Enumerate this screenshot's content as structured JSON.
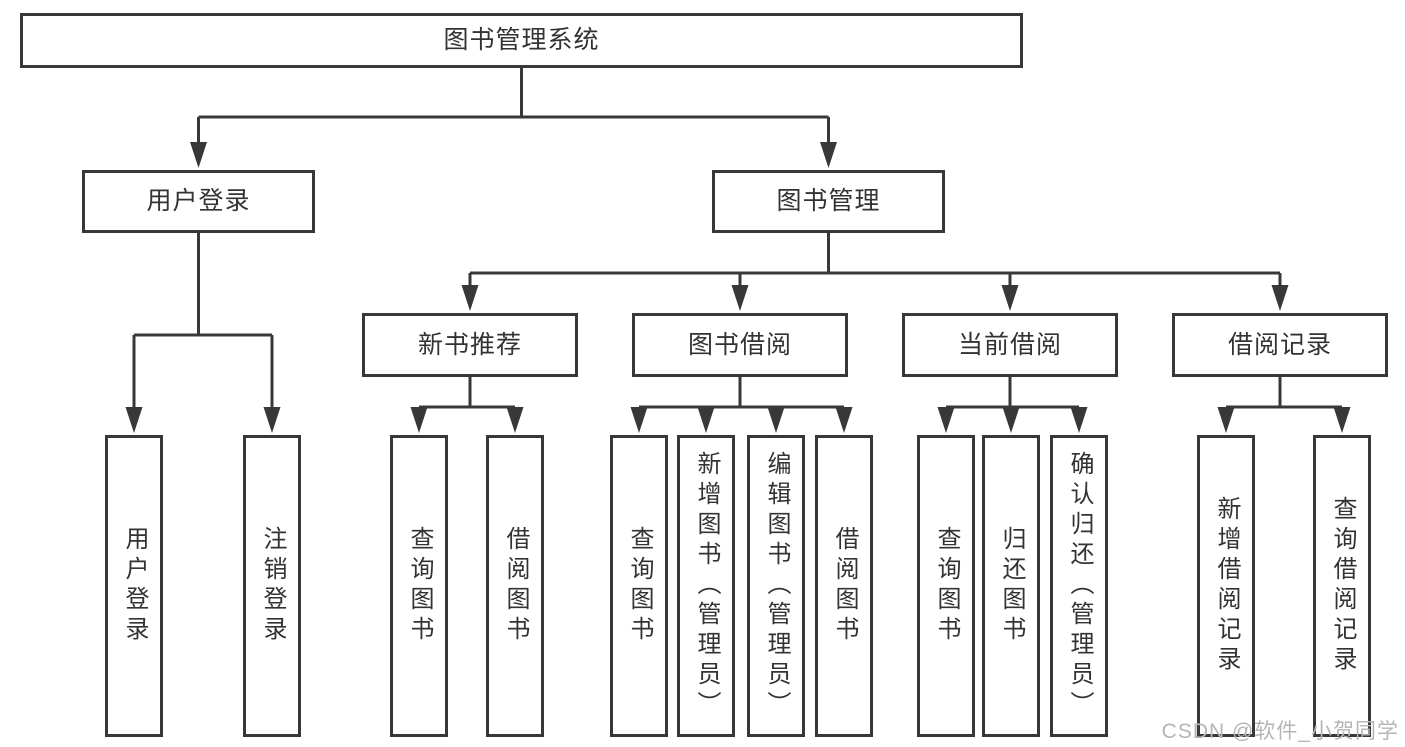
{
  "diagram_title": "图书管理系统",
  "watermark": "CSDN @软件_小贺同学",
  "colors": {
    "line": "#383838",
    "box_border": "#383838",
    "text": "#333333",
    "background": "#ffffff",
    "watermark_text": "#b5b5b5"
  },
  "root": {
    "label": "图书管理系统"
  },
  "level2": [
    {
      "label": "用户登录"
    },
    {
      "label": "图书管理"
    }
  ],
  "level3": [
    {
      "label": "新书推荐",
      "parent": "图书管理"
    },
    {
      "label": "图书借阅",
      "parent": "图书管理"
    },
    {
      "label": "当前借阅",
      "parent": "图书管理"
    },
    {
      "label": "借阅记录",
      "parent": "图书管理"
    }
  ],
  "leaves": [
    {
      "label": "用户登录",
      "parent": "用户登录"
    },
    {
      "label": "注销登录",
      "parent": "用户登录"
    },
    {
      "label": "查询图书",
      "parent": "新书推荐"
    },
    {
      "label": "借阅图书",
      "parent": "新书推荐"
    },
    {
      "label": "查询图书",
      "parent": "图书借阅"
    },
    {
      "label": "新增图书（管理员）",
      "parent": "图书借阅"
    },
    {
      "label": "编辑图书（管理员）",
      "parent": "图书借阅"
    },
    {
      "label": "借阅图书",
      "parent": "图书借阅"
    },
    {
      "label": "查询图书",
      "parent": "当前借阅"
    },
    {
      "label": "归还图书",
      "parent": "当前借阅"
    },
    {
      "label": "确认归还（管理员）",
      "parent": "当前借阅"
    },
    {
      "label": "新增借阅记录",
      "parent": "借阅记录"
    },
    {
      "label": "查询借阅记录",
      "parent": "借阅记录"
    }
  ]
}
